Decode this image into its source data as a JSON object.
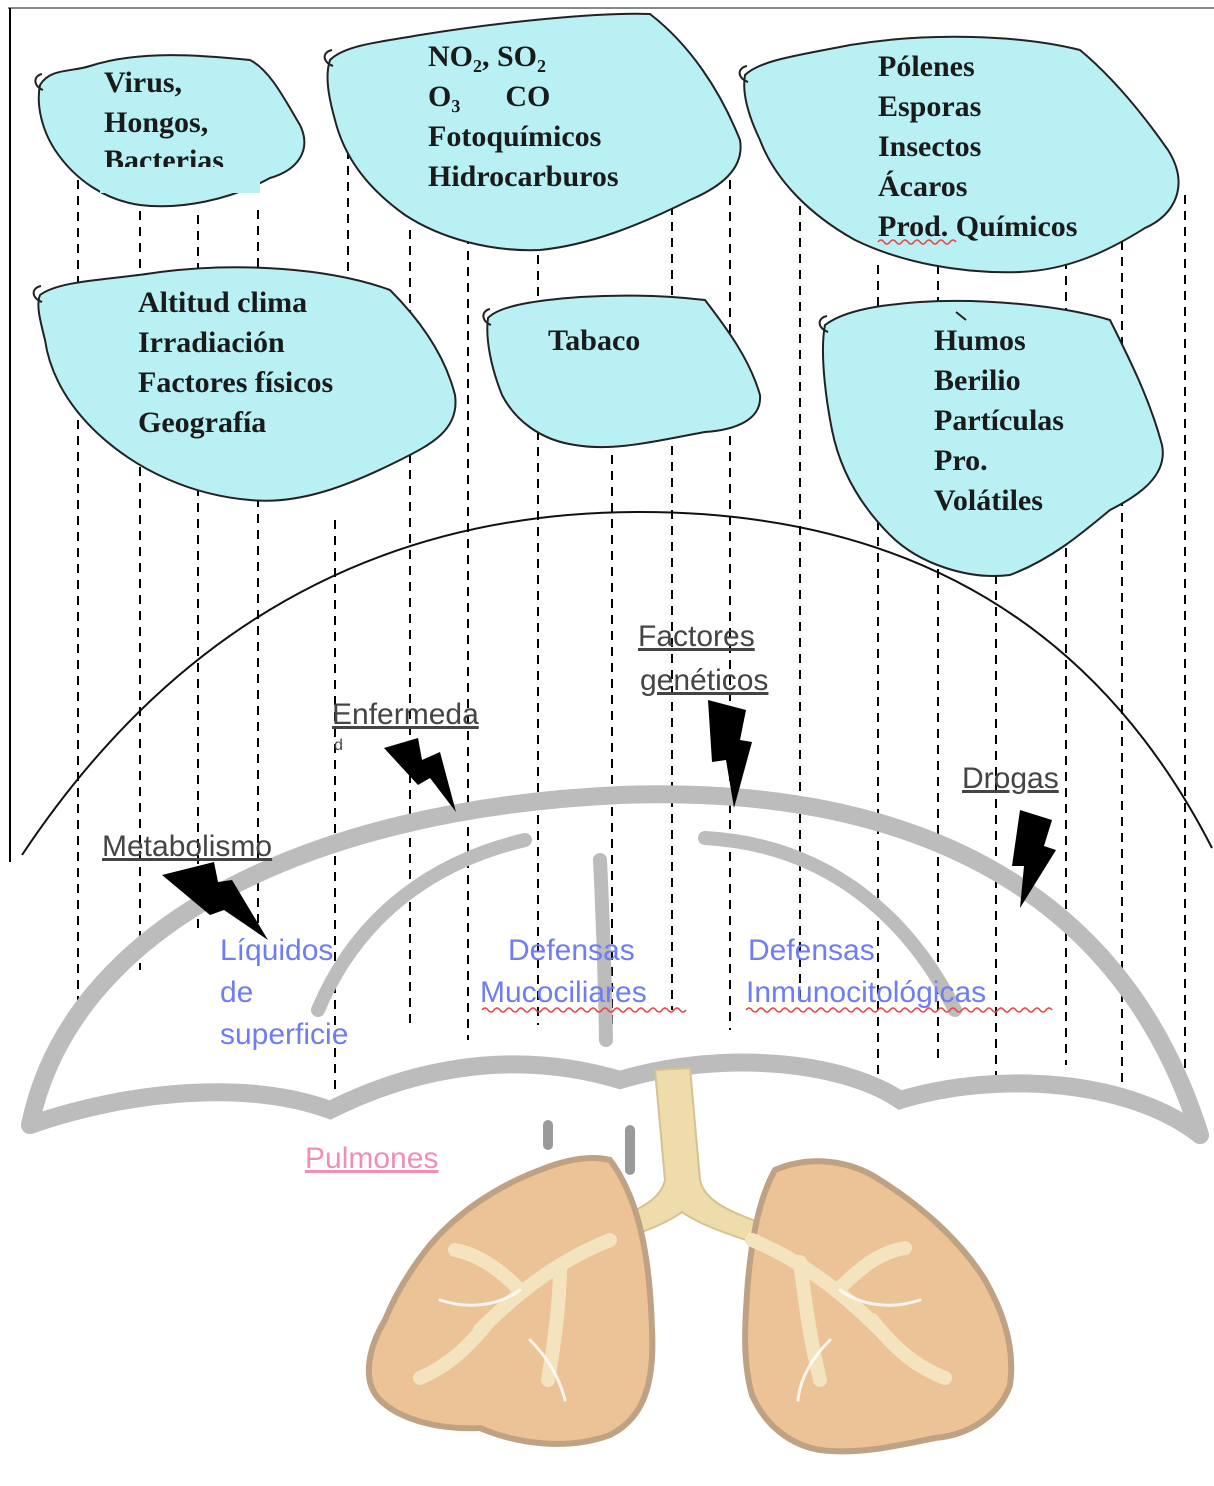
{
  "clouds": [
    {
      "id": "biological",
      "lines": [
        "Virus,",
        "Hongos,",
        "Bacterias"
      ]
    },
    {
      "id": "pollutants",
      "lines": [
        "NO₂, SO₂",
        "O₃      CO",
        "Fotoquímicos",
        "Hidrocarburos"
      ]
    },
    {
      "id": "allergens",
      "lines": [
        "Pólenes",
        "Esporas",
        "Insectos",
        "Ácaros",
        "Prod. Químicos"
      ]
    },
    {
      "id": "physical",
      "lines": [
        "Altitud clima",
        "Irradiación",
        "Factores físicos",
        "Geografía"
      ]
    },
    {
      "id": "tobacco",
      "lines": [
        "Tabaco"
      ]
    },
    {
      "id": "occupational",
      "lines": [
        "Humos",
        "Berilio",
        "Partículas",
        "Pro.",
        "Volátiles"
      ]
    }
  ],
  "factors": {
    "enfermedad": "Enfermeda",
    "enfermedad_tail": "d",
    "geneticos_line1": "Factores",
    "geneticos_line2": "genéticos",
    "drogas": "Drogas",
    "metabolismo": "Metabolismo"
  },
  "defenses": {
    "liquidos_line1": "Líquidos",
    "liquidos_line2": "de",
    "liquidos_line3": "superficie",
    "mucociliares_line1": "Defensas",
    "mucociliares_line2": "Mucociliares",
    "inmuno_line1": "Defensas",
    "inmuno_line2": "Inmunocitológicas"
  },
  "lungs_label": "Pulmones",
  "colors": {
    "cloud_fill": "#b8f0f4",
    "defense_arc": "#bcbcbc",
    "lung_fill": "#ebc396",
    "lung_edge": "#bfa183",
    "trachea": "#efdcab",
    "defense_text": "#6f7cf2",
    "lung_text": "#ef8fb7"
  }
}
